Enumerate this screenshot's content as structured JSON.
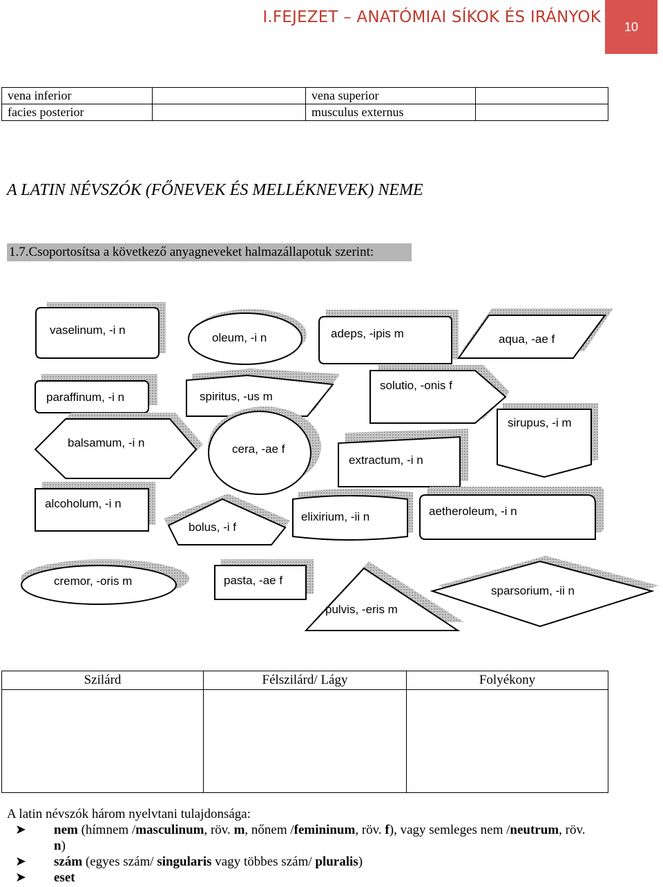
{
  "header": {
    "title": "I.FEJEZET – ANATÓMIAI SÍKOK ÉS IRÁNYOK",
    "page_number": "10"
  },
  "top_table": {
    "rows": [
      [
        "vena inferior",
        "",
        "vena superior",
        ""
      ],
      [
        "facies posterior",
        "",
        "musculus externus",
        ""
      ]
    ]
  },
  "section_title": "A LATIN NÉVSZÓK (FŐNEVEK ÉS MELLÉKNEVEK) NEME",
  "task": "1.7.Csoportosítsa a következő anyagneveket halmazállapotuk szerint:",
  "shapes": {
    "vaselinum": "vaselinum, -i n",
    "oleum": "oleum, -i n",
    "adeps": "adeps, -ipis m",
    "aqua": "aqua, -ae f",
    "paraffinum": "paraffinum, -i n",
    "spiritus": "spiritus, -us m",
    "solutio": "solutio, -onis f",
    "balsamum": "balsamum, -i n",
    "cera": "cera, -ae f",
    "extractum": "extractum, -i n",
    "sirupus": "sirupus, -i m",
    "alcoholum": "alcoholum, -i n",
    "bolus": "bolus, -i f",
    "elixirium": "elixirium, -ii n",
    "aetheroleum": "aetheroleum, -i n",
    "cremor": "cremor, -oris m",
    "pasta": "pasta, -ae f",
    "pulvis": "pulvis, -eris m",
    "sparsorium": "sparsorium, -ii n"
  },
  "bottom_table": {
    "headers": [
      "Szilárd",
      "Félszilárd/ Lágy",
      "Folyékony"
    ]
  },
  "properties": {
    "intro": "A latin névszók három nyelvtani tulajdonsága:",
    "bullet1": {
      "b1": "nem",
      "t1": " (hímnem /",
      "b2": "masculinum",
      "t2": ", röv. ",
      "b3": "m",
      "t3": ", nőnem /",
      "b4": "femininum",
      "t4": ", röv. ",
      "b5": "f",
      "t5": "), vagy semleges nem /",
      "b6": "neutrum",
      "t6": ", röv.",
      "b7": "n",
      "t7": ")"
    },
    "bullet2": {
      "b1": "szám",
      "t1": " (egyes szám/ ",
      "b2": "singularis",
      "t2": " vagy többes szám/ ",
      "b3": "pluralis",
      "t3": ")"
    },
    "bullet3": {
      "b1": "eset"
    }
  },
  "icons": {
    "bullet": "arrowhead-bullet-icon"
  }
}
